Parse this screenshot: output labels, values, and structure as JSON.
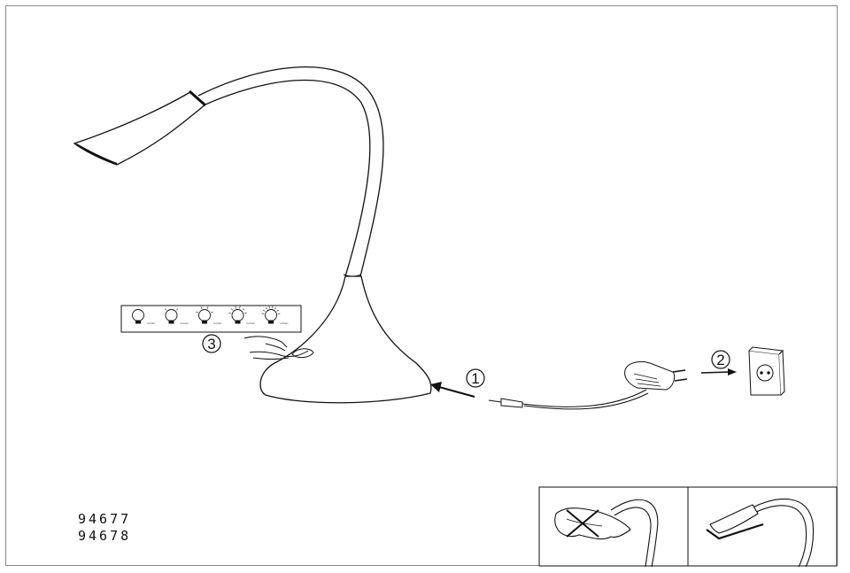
{
  "steps": {
    "one": "1",
    "two": "2",
    "three": "3"
  },
  "brightness_labels": [
    "lumen",
    "lumen",
    "lumen",
    "lumen",
    "lumen"
  ],
  "model_numbers": [
    "94677",
    "94678"
  ]
}
